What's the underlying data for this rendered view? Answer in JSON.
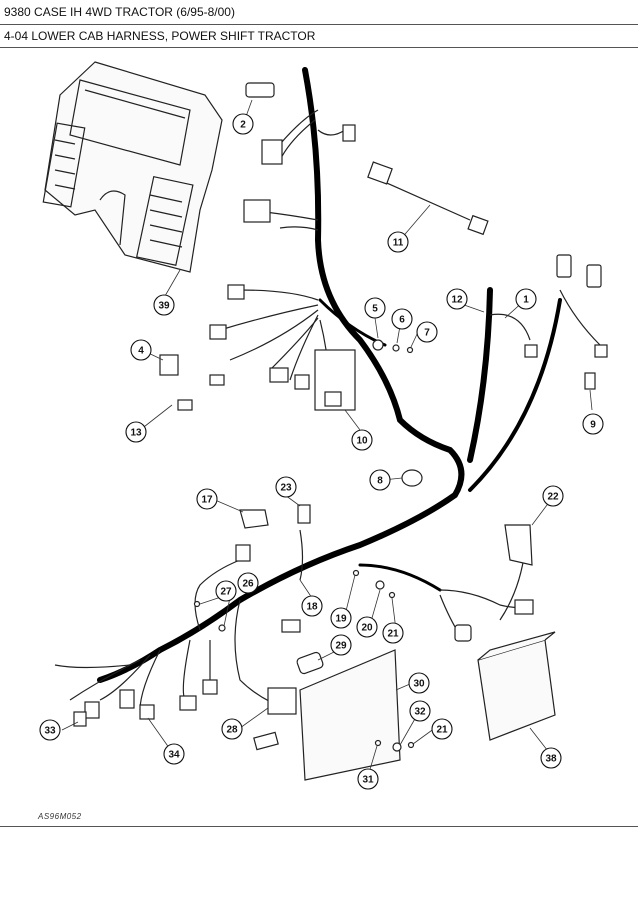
{
  "header": {
    "line1": "9380 CASE IH 4WD TRACTOR (6/95-8/00)",
    "line2": "4-04 LOWER CAB HARNESS, POWER SHIFT TRACTOR"
  },
  "drawing_id": "AS96M052",
  "callouts": [
    {
      "id": "c1",
      "num": "1"
    },
    {
      "id": "c2",
      "num": "2"
    },
    {
      "id": "c4",
      "num": "4"
    },
    {
      "id": "c5",
      "num": "5"
    },
    {
      "id": "c6",
      "num": "6"
    },
    {
      "id": "c7",
      "num": "7"
    },
    {
      "id": "c8",
      "num": "8"
    },
    {
      "id": "c9",
      "num": "9"
    },
    {
      "id": "c10",
      "num": "10"
    },
    {
      "id": "c11",
      "num": "11"
    },
    {
      "id": "c12",
      "num": "12"
    },
    {
      "id": "c13",
      "num": "13"
    },
    {
      "id": "c17",
      "num": "17"
    },
    {
      "id": "c18",
      "num": "18"
    },
    {
      "id": "c19",
      "num": "19"
    },
    {
      "id": "c20",
      "num": "20"
    },
    {
      "id": "c21a",
      "num": "21"
    },
    {
      "id": "c21b",
      "num": "21"
    },
    {
      "id": "c22",
      "num": "22"
    },
    {
      "id": "c23",
      "num": "23"
    },
    {
      "id": "c26",
      "num": "26"
    },
    {
      "id": "c27",
      "num": "27"
    },
    {
      "id": "c28",
      "num": "28"
    },
    {
      "id": "c29",
      "num": "29"
    },
    {
      "id": "c30",
      "num": "30"
    },
    {
      "id": "c31",
      "num": "31"
    },
    {
      "id": "c32",
      "num": "32"
    },
    {
      "id": "c33",
      "num": "33"
    },
    {
      "id": "c34",
      "num": "34"
    },
    {
      "id": "c38",
      "num": "38"
    },
    {
      "id": "c39",
      "num": "39"
    }
  ]
}
